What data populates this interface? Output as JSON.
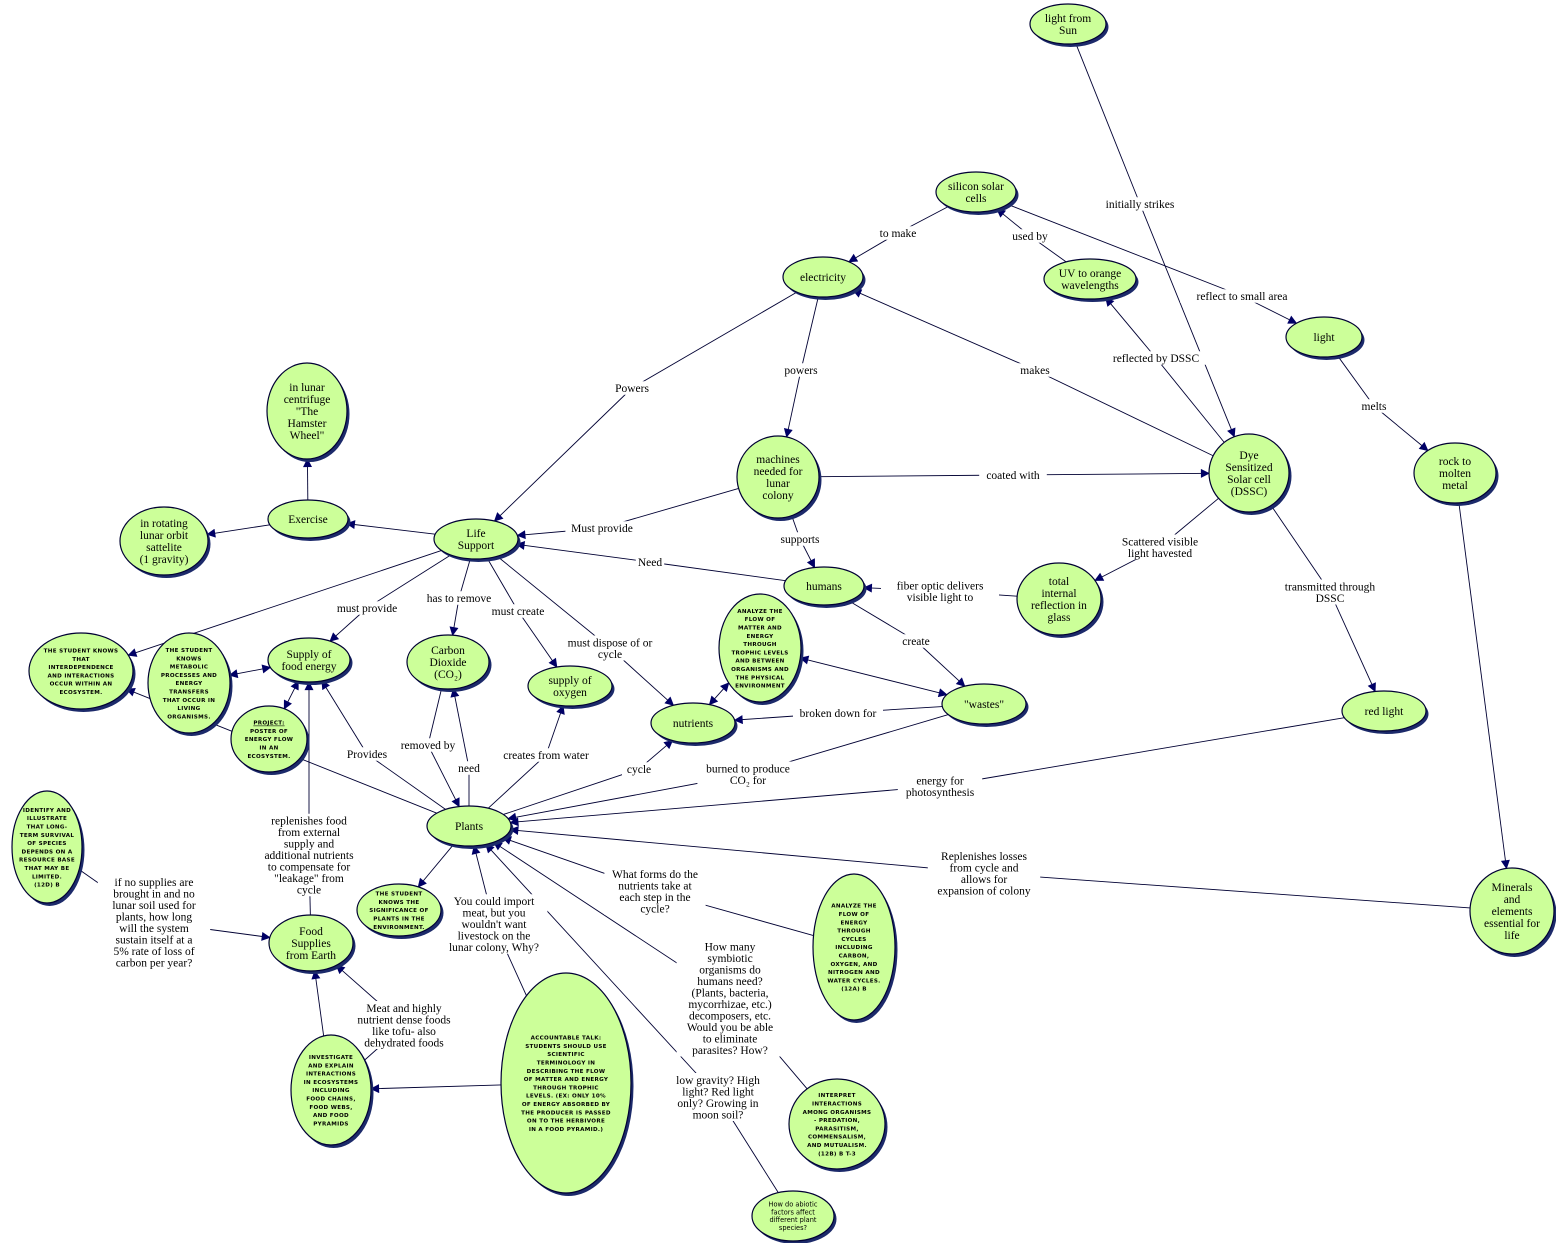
{
  "colors": {
    "node_fill": "#ccff99",
    "node_border": "#000033",
    "edge": "#000033",
    "arrow": "#000066",
    "shadow": "#1c2a6a"
  },
  "nodes": {
    "light_from_sun": {
      "lines": [
        "light from",
        "Sun"
      ]
    },
    "silicon_solar_cells": {
      "lines": [
        "silicon solar",
        "cells"
      ]
    },
    "electricity": {
      "lines": [
        "electricity"
      ]
    },
    "uv_to_orange": {
      "lines": [
        "UV to orange",
        "wavelengths"
      ]
    },
    "light": {
      "lines": [
        "light"
      ]
    },
    "rock_to_molten_metal": {
      "lines": [
        "rock to",
        "molten",
        "metal"
      ]
    },
    "dssc": {
      "lines": [
        "Dye",
        "Sensitized",
        "Solar cell",
        "(DSSC)"
      ]
    },
    "machines": {
      "lines": [
        "machines",
        "needed for",
        "lunar",
        "colony"
      ]
    },
    "lunar_centrifuge": {
      "lines": [
        "in lunar",
        "centrifuge",
        "\"The",
        "Hamster",
        "Wheel\""
      ]
    },
    "exercise": {
      "lines": [
        "Exercise"
      ]
    },
    "rotating_orbit": {
      "lines": [
        "in rotating",
        "lunar orbit",
        "sattelite",
        "(1 gravity)"
      ]
    },
    "life_support": {
      "lines": [
        "Life",
        "Support"
      ]
    },
    "humans": {
      "lines": [
        "humans"
      ]
    },
    "total_internal_reflection": {
      "lines": [
        "total",
        "internal",
        "reflection in",
        "glass"
      ]
    },
    "std_interdependence": {
      "lines": [
        "THE STUDENT KNOWS",
        "THAT",
        "INTERDEPENDENCE",
        "AND INTERACTIONS",
        "OCCUR WITHIN AN",
        "ECOSYSTEM."
      ]
    },
    "std_metabolic": {
      "lines": [
        "THE STUDENT",
        "KNOWS",
        "METABOLIC",
        "PROCESSES AND",
        "ENERGY",
        "TRANSFERS",
        "THAT OCCUR IN",
        "LIVING",
        "ORGANISMS."
      ]
    },
    "supply_food_energy": {
      "lines": [
        "Supply of",
        "food energy"
      ]
    },
    "carbon_dioxide": {
      "lines": [
        "Carbon",
        "Dioxide",
        "(CO₂)"
      ]
    },
    "supply_oxygen": {
      "lines": [
        "supply of",
        "oxygen"
      ]
    },
    "analyze_trophic": {
      "lines": [
        "ANALYZE THE",
        "FLOW OF",
        "MATTER AND",
        "ENERGY",
        "THROUGH",
        "TROPHIC LEVELS",
        "AND BETWEEN",
        "ORGANISMS AND",
        "THE PHYSICAL",
        "ENVIRONMENT"
      ]
    },
    "wastes": {
      "lines": [
        "\"wastes\""
      ]
    },
    "nutrients": {
      "lines": [
        "nutrients"
      ]
    },
    "red_light": {
      "lines": [
        "red light"
      ]
    },
    "project_poster": {
      "lines": [
        "PROJECT:",
        "POSTER OF",
        "ENERGY FLOW",
        "IN AN",
        "ECOSYSTEM."
      ]
    },
    "plants": {
      "lines": [
        "Plants"
      ]
    },
    "identify_survival": {
      "lines": [
        "IDENTIFY AND",
        "ILLUSTRATE",
        "THAT LONG-",
        "TERM SURVIVAL",
        "OF SPECIES",
        "DEPENDS ON A",
        "RESOURCE BASE",
        "THAT MAY BE",
        "LIMITED.",
        "(12D)      B"
      ]
    },
    "food_supplies_earth": {
      "lines": [
        "Food",
        "Supplies",
        "from Earth"
      ]
    },
    "std_significance": {
      "lines": [
        "THE STUDENT",
        "KNOWS THE",
        "SIGNIFICANCE OF",
        "PLANTS IN THE",
        "ENVIRONMENT."
      ]
    },
    "analyze_cycles": {
      "lines": [
        "ANALYZE THE",
        "FLOW OF",
        "ENERGY",
        "THROUGH",
        "CYCLES",
        "INCLUDING",
        "CARBON,",
        "OXYGEN, AND",
        "NITROGEN AND",
        "WATER CYCLES.",
        "(12A)     B"
      ]
    },
    "minerals": {
      "lines": [
        "Minerals",
        "and",
        "elements",
        "essential for",
        "life"
      ]
    },
    "investigate_explain": {
      "lines": [
        "INVESTIGATE",
        "AND EXPLAIN",
        "INTERACTIONS",
        "IN ECOSYSTEMS",
        "INCLUDING",
        "FOOD CHAINS,",
        "FOOD WEBS,",
        "AND FOOD",
        "PYRAMIDS"
      ]
    },
    "accountable_talk": {
      "lines": [
        "ACCOUNTABLE TALK:",
        "STUDENTS SHOULD USE",
        "SCIENTIFIC",
        "TERMINOLOGY IN",
        "DESCRIBING THE FLOW",
        "OF MATTER AND ENERGY",
        "THROUGH TROPHIC",
        "LEVELS. (EX: ONLY 10%",
        "OF ENERGY ABSORBED BY",
        "THE PRODUCER IS PASSED",
        "ON TO THE HERBIVORE",
        "IN A FOOD PYRAMID.)"
      ]
    },
    "interpret_interactions": {
      "lines": [
        "INTERPRET",
        "INTERACTIONS",
        "AMONG ORGANISMS",
        "- PREDATION,",
        "PARASITISM,",
        "COMMENSALISM,",
        "AND MUTUALISM.",
        "(12B)     B     T-3"
      ]
    },
    "abiotic_factors": {
      "lines": [
        "How do abiotic",
        "factors affect",
        "different plant",
        "species?"
      ]
    }
  },
  "edges": {
    "initially_strikes": {
      "lines": [
        "initially strikes"
      ]
    },
    "to_make": {
      "lines": [
        "to make"
      ]
    },
    "used_by": {
      "lines": [
        "used by"
      ]
    },
    "reflect_small_area": {
      "lines": [
        "reflect to small area"
      ]
    },
    "melts": {
      "lines": [
        "melts"
      ]
    },
    "reflected_by_dssc": {
      "lines": [
        "reflected by DSSC"
      ]
    },
    "makes": {
      "lines": [
        "makes"
      ]
    },
    "powers": {
      "lines": [
        "powers"
      ]
    },
    "powers_cap": {
      "lines": [
        "Powers"
      ]
    },
    "coated_with": {
      "lines": [
        "coated with"
      ]
    },
    "must_provide_machines": {
      "lines": [
        "Must provide"
      ]
    },
    "supports": {
      "lines": [
        "supports"
      ]
    },
    "need": {
      "lines": [
        "Need"
      ]
    },
    "fiber_optic": {
      "lines": [
        "fiber optic delivers",
        "visible light to"
      ]
    },
    "scattered_visible": {
      "lines": [
        "Scattered visible",
        "light havested"
      ]
    },
    "transmitted_through": {
      "lines": [
        "transmitted through",
        "DSSC"
      ]
    },
    "create": {
      "lines": [
        "create"
      ]
    },
    "must_provide": {
      "lines": [
        "must provide"
      ]
    },
    "has_to_remove": {
      "lines": [
        "has to remove"
      ]
    },
    "must_create": {
      "lines": [
        "must create"
      ]
    },
    "must_dispose": {
      "lines": [
        "must dispose of or",
        "cycle"
      ]
    },
    "broken_down_for": {
      "lines": [
        "broken down for"
      ]
    },
    "removed_by": {
      "lines": [
        "removed by"
      ]
    },
    "need_plants": {
      "lines": [
        "need"
      ]
    },
    "creates_from_water": {
      "lines": [
        "creates from water"
      ]
    },
    "provides": {
      "lines": [
        "Provides"
      ]
    },
    "cycle": {
      "lines": [
        "cycle"
      ]
    },
    "burned_to_produce": {
      "lines": [
        "burned to produce",
        "CO₂ for"
      ]
    },
    "energy_for_photosynthesis": {
      "lines": [
        "energy  for",
        "photosynthesis"
      ]
    },
    "replenishes_food": {
      "lines": [
        "replenishes food",
        "from external",
        "supply and",
        "additional nutrients",
        "to compensate for",
        "\"leakage\" from",
        "cycle"
      ]
    },
    "replenishes_losses": {
      "lines": [
        "Replenishes losses",
        "from cycle and",
        "allows for",
        "expansion of colony"
      ]
    },
    "what_forms": {
      "lines": [
        "What forms do the",
        "nutrients take at",
        "each step in the",
        "cycle?"
      ]
    },
    "if_no_supplies": {
      "lines": [
        "if no supplies are",
        "brought in and no",
        "lunar soil used for",
        "plants, how long",
        "will the system",
        "sustain itself at a",
        "5% rate of loss of",
        "carbon per year?"
      ]
    },
    "import_meat": {
      "lines": [
        "You could import",
        "meat, but you",
        "wouldn't want",
        "livestock on the",
        "lunar colony, Why?"
      ]
    },
    "symbiotic": {
      "lines": [
        "How many",
        "symbiotic",
        "organisms do",
        "humans need?",
        "(Plants, bacteria,",
        "mycorrhizae, etc.)",
        "decomposers, etc.",
        "Would you be able",
        "to eliminate",
        "parasites? How?"
      ]
    },
    "meat_nutrient": {
      "lines": [
        "Meat and highly",
        "nutrient dense foods",
        "like tofu- also",
        "dehydrated foods"
      ]
    },
    "low_gravity": {
      "lines": [
        "low gravity? High",
        "light? Red light",
        "only? Growing in",
        "moon soil?"
      ]
    }
  }
}
